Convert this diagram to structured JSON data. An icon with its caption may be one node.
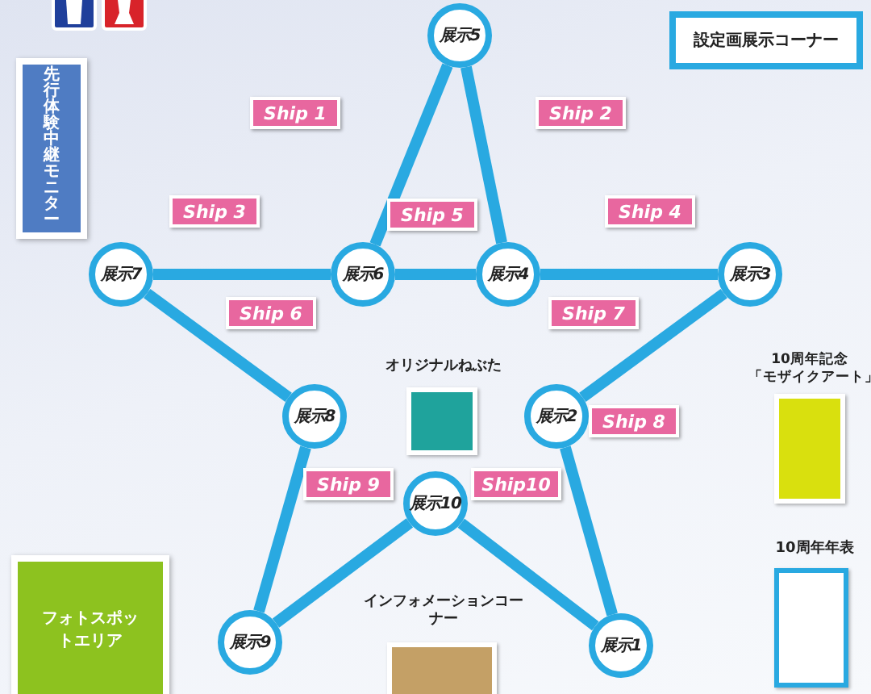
{
  "diagram": {
    "nodes": [
      {
        "text": [
          "設定画展示コーナー"
        ]
      },
      {
        "text": [
          "先行体験中継モニター"
        ]
      },
      {
        "text": [
          "展示5"
        ]
      },
      {
        "text": [
          "Ship 1"
        ]
      },
      {
        "text": [
          "Ship 2"
        ]
      },
      {
        "text": [
          "Ship 3"
        ]
      },
      {
        "text": [
          "Ship 4"
        ]
      },
      {
        "text": [
          "展示7"
        ]
      },
      {
        "text": [
          "展示6"
        ]
      },
      {
        "text": [
          "Ship 5"
        ]
      },
      {
        "text": [
          "展示4"
        ]
      },
      {
        "text": [
          "展示3"
        ]
      },
      {
        "text": [
          "Ship 6"
        ]
      },
      {
        "text": [
          "Ship 7"
        ]
      },
      {
        "text": [
          "オリジナルねぶた"
        ]
      },
      {
        "text": [
          "10周年記念「モザイクアート」"
        ]
      },
      {
        "text": [
          "展示8"
        ]
      },
      {
        "text": [
          "展示2"
        ]
      },
      {
        "text": [
          "Ship 8"
        ]
      },
      {
        "text": [
          "Ship 9"
        ]
      },
      {
        "text": [
          "展示10"
        ]
      },
      {
        "text": [
          "Ship10"
        ]
      },
      {
        "text": [
          "10周年年表"
        ]
      },
      {
        "text": [
          "フォトスポットエリア"
        ]
      },
      {
        "text": [
          "インフォメーションコーナー"
        ]
      },
      {
        "text": [
          "展示9"
        ]
      },
      {
        "text": [
          "展示1"
        ]
      }
    ],
    "edges": [
      {
        "from": 2,
        "to": 8,
        "arrow": "none"
      },
      {
        "from": 2,
        "to": 10,
        "arrow": "none"
      },
      {
        "from": 7,
        "to": 8,
        "arrow": "none"
      },
      {
        "from": 8,
        "to": 10,
        "arrow": "none"
      },
      {
        "from": 10,
        "to": 11,
        "arrow": "none"
      },
      {
        "from": 7,
        "to": 16,
        "arrow": "none"
      },
      {
        "from": 11,
        "to": 17,
        "arrow": "none"
      },
      {
        "from": 16,
        "to": 25,
        "arrow": "none"
      },
      {
        "from": 17,
        "to": 26,
        "arrow": "none"
      },
      {
        "from": 25,
        "to": 20,
        "arrow": "none"
      },
      {
        "from": 20,
        "to": 26,
        "arrow": "none"
      }
    ]
  }
}
